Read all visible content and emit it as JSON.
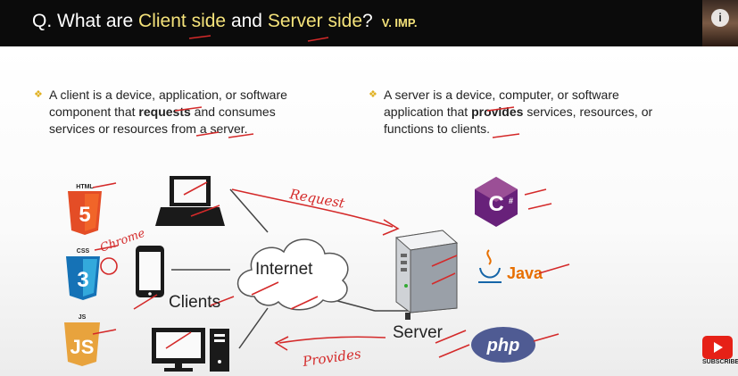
{
  "header": {
    "prefix": "Q. What are ",
    "term_client": "Client side",
    "connector": " and ",
    "term_server": "Server side",
    "suffix": "?",
    "badge": "V. IMP."
  },
  "client_bullet": {
    "text_before": "A client is a device, application, or software component that ",
    "bold": "requests",
    "text_after": " and consumes services or resources from a server."
  },
  "server_bullet": {
    "text_before": "A server is a device, computer, or software application that ",
    "bold": "provides",
    "text_after": " services, resources, or functions to clients."
  },
  "diagram": {
    "internet_label": "Internet",
    "clients_label": "Clients",
    "server_label": "Server",
    "html_label": "HTML",
    "css_label": "CSS",
    "js_label": "JS",
    "java_label": "Java",
    "php_label": "php",
    "annotation_request": "Request",
    "annotation_provides": "Provides",
    "annotation_chrome": "Chrome"
  },
  "overlay": {
    "info": "i",
    "subscribe": "SUBSCRIBE"
  },
  "colors": {
    "header_bg": "#0b0b0b",
    "highlight": "#f4e27a",
    "annotation_red": "#d42a2a",
    "bullet_diamond": "#e0b020",
    "html5_orange": "#e44d26",
    "css3_blue": "#1572b6",
    "js_orange": "#e8a33d",
    "csharp_purple": "#68217a",
    "php_blue": "#4f5b93"
  }
}
